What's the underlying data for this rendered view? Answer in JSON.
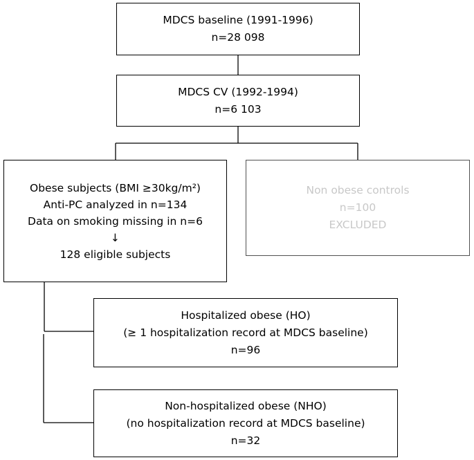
{
  "boxes": {
    "baseline": {
      "lines": [
        "MDCS baseline (1991-1996)",
        "n=28 098"
      ]
    },
    "cv": {
      "lines": [
        "MDCS CV (1992-1994)",
        "n=6 103"
      ]
    },
    "obese": {
      "lines": [
        "Obese subjects (BMI ≥30kg/m²)",
        "Anti-PC analyzed in n=134",
        "Data on smoking missing in n=6",
        "↓",
        "128 eligible subjects"
      ]
    },
    "nonobese": {
      "lines": [
        "Non obese controls",
        "n=100",
        "EXCLUDED"
      ]
    },
    "ho": {
      "lines": [
        "Hospitalized obese (HO)",
        "(≥ 1 hospitalization record at MDCS baseline)",
        "n=96"
      ]
    },
    "nho": {
      "lines": [
        "Non-hospitalized obese (NHO)",
        "(no hospitalization record at MDCS baseline)",
        "n=32"
      ]
    }
  },
  "colors": {
    "box_border": "#000000",
    "excluded_text": "#c8c8c8",
    "excluded_border": "#505050"
  }
}
